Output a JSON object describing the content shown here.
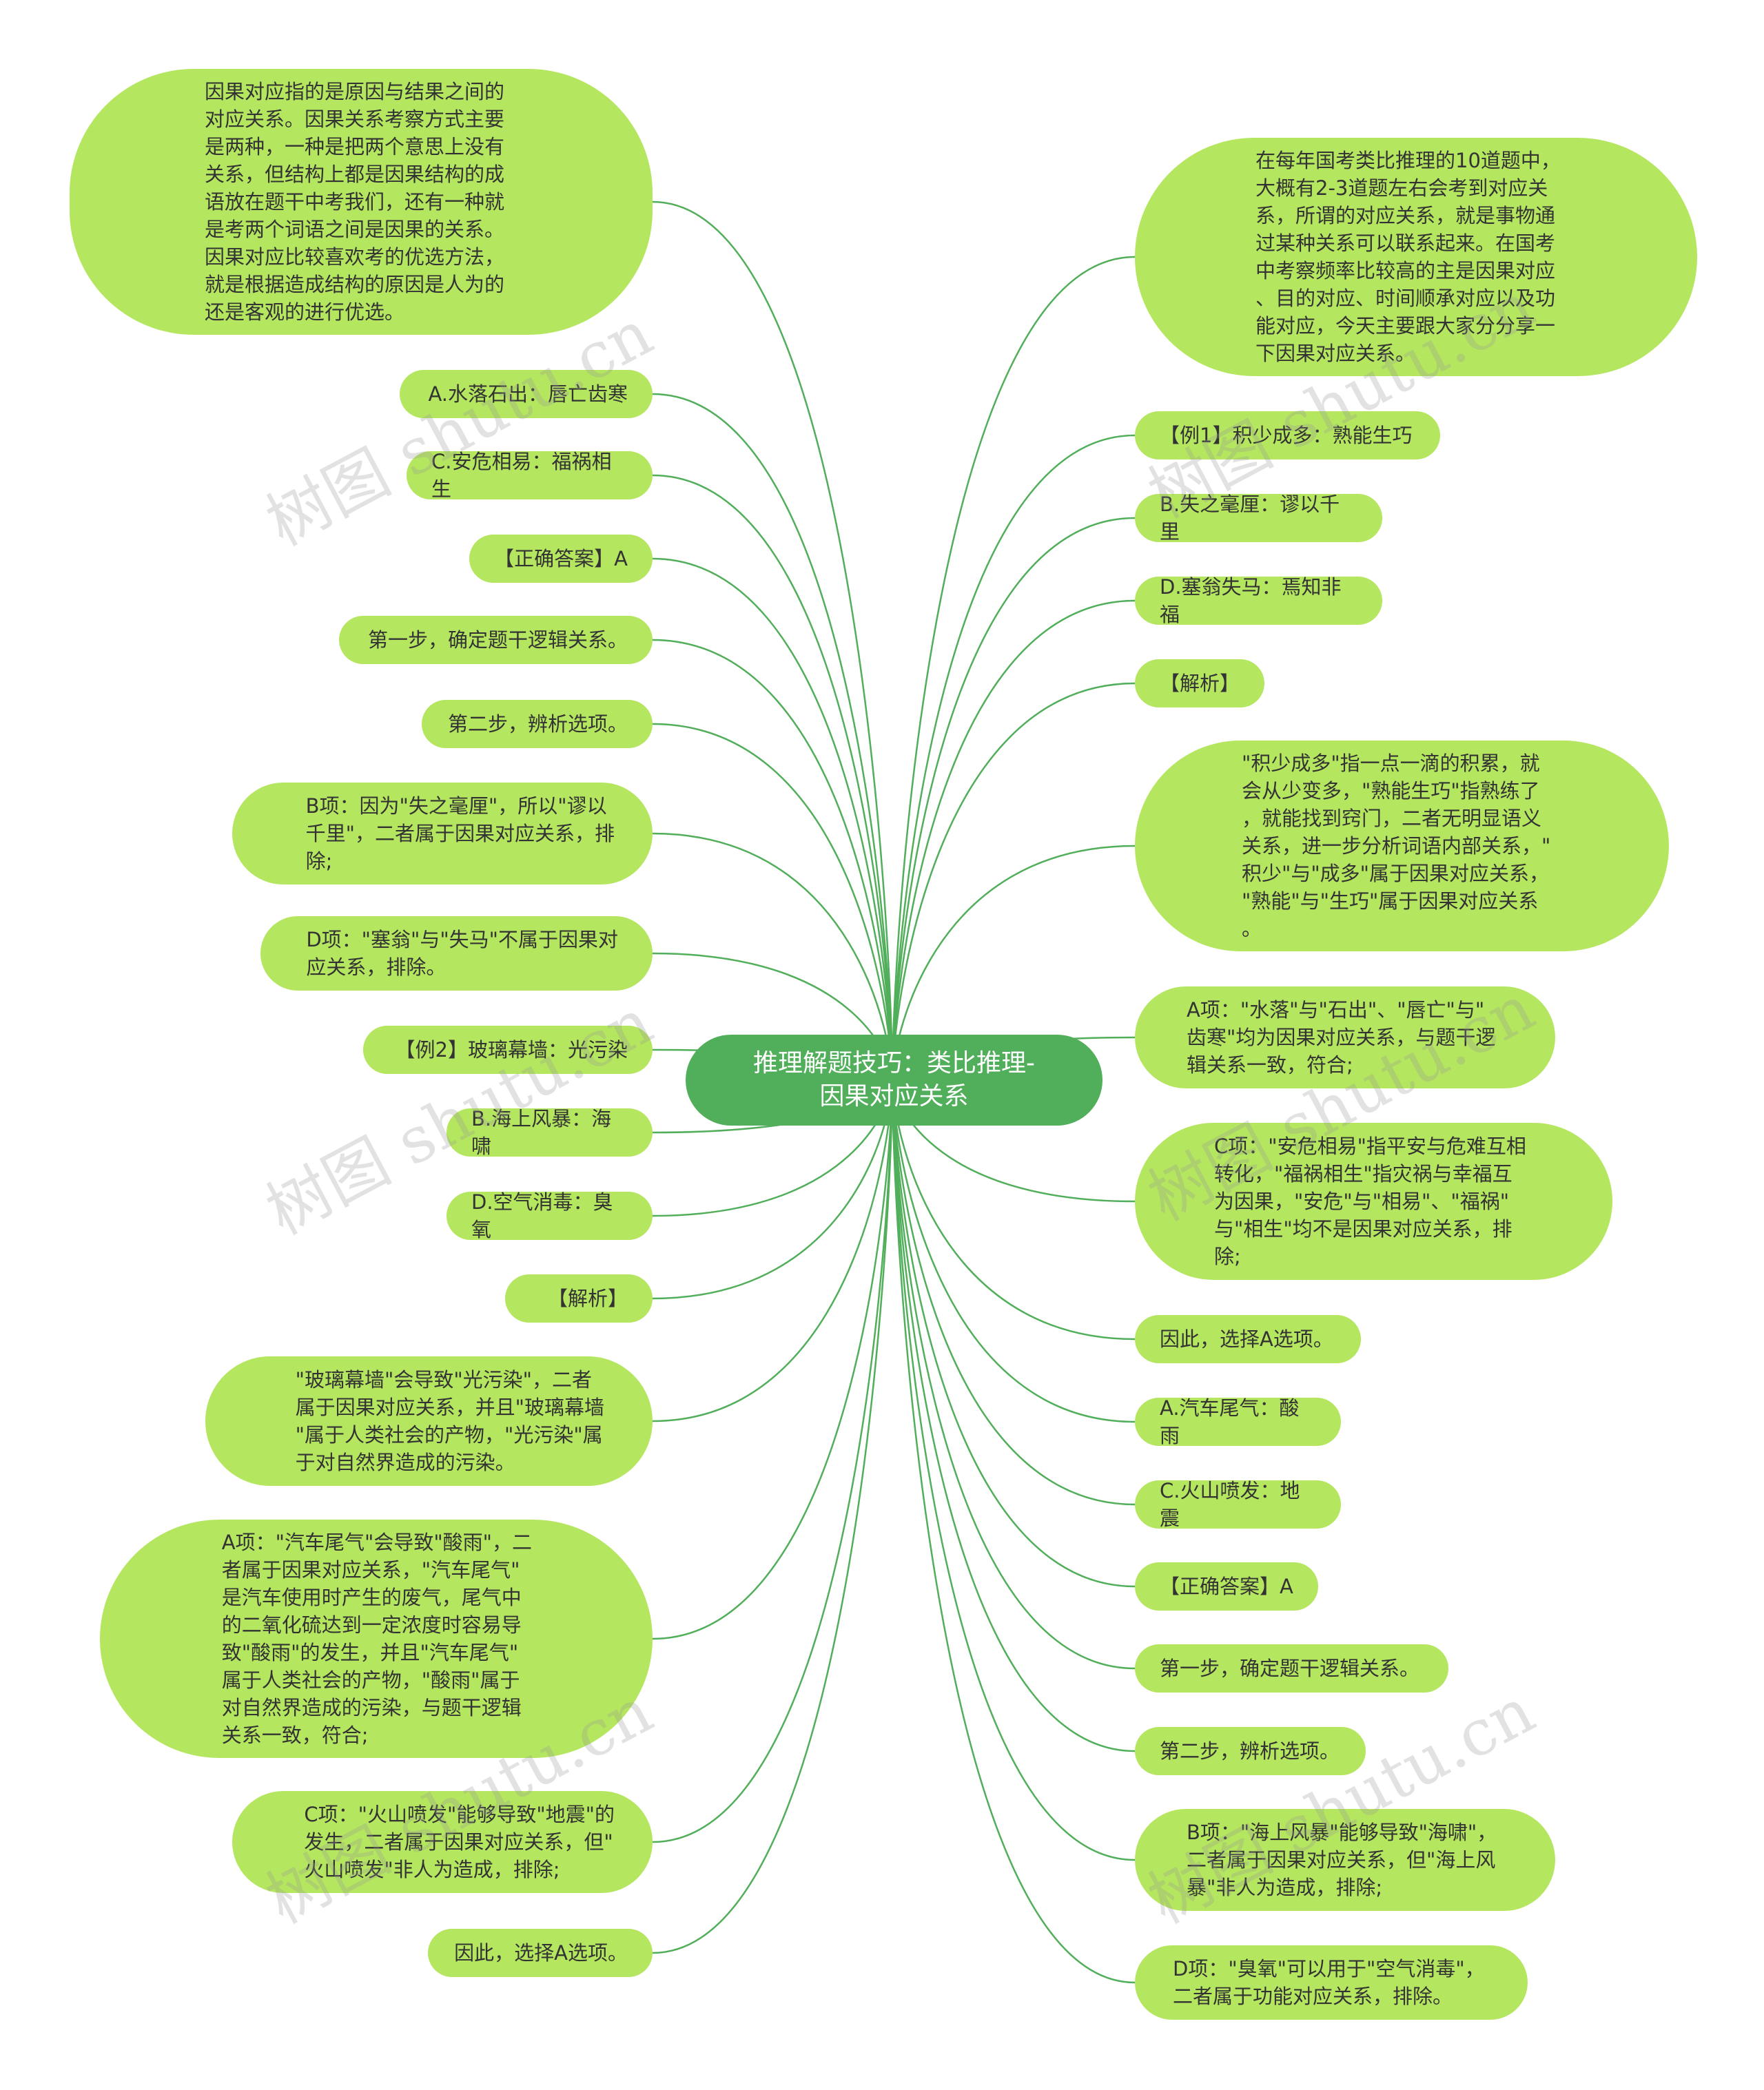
{
  "root": {
    "label": "推理解题技巧：类比推理-\n因果对应关系"
  },
  "left": [
    {
      "text": "因果对应指的是原因与结果之间的\n对应关系。因果关系考察方式主要\n是两种，一种是把两个意思上没有\n关系，但结构上都是因果结构的成\n语放在题干中考我们，还有一种就\n是考两个词语之间是因果的关系。\n因果对应比较喜欢考的优选方法，\n就是根据造成结构的原因是人为的\n还是客观的进行优选。"
    },
    {
      "text": "A.水落石出：唇亡齿寒"
    },
    {
      "text": "C.安危相易：福祸相生"
    },
    {
      "text": "【正确答案】A"
    },
    {
      "text": "第一步，确定题干逻辑关系。"
    },
    {
      "text": "第二步，辨析选项。"
    },
    {
      "text": "B项：因为\"失之毫厘\"，所以\"谬以\n千里\"，二者属于因果对应关系，排\n除;"
    },
    {
      "text": "D项：\"塞翁\"与\"失马\"不属于因果对\n应关系，排除。"
    },
    {
      "text": "【例2】玻璃幕墙：光污染"
    },
    {
      "text": "B.海上风暴：海啸"
    },
    {
      "text": "D.空气消毒：臭氧"
    },
    {
      "text": "【解析】"
    },
    {
      "text": "\"玻璃幕墙\"会导致\"光污染\"，二者\n属于因果对应关系，并且\"玻璃幕墙\n\"属于人类社会的产物，\"光污染\"属\n于对自然界造成的污染。"
    },
    {
      "text": "A项：\"汽车尾气\"会导致\"酸雨\"，二\n者属于因果对应关系，\"汽车尾气\"\n是汽车使用时产生的废气，尾气中\n的二氧化硫达到一定浓度时容易导\n致\"酸雨\"的发生，并且\"汽车尾气\"\n属于人类社会的产物，\"酸雨\"属于\n对自然界造成的污染，与题干逻辑\n关系一致，符合;"
    },
    {
      "text": "C项：\"火山喷发\"能够导致\"地震\"的\n发生，二者属于因果对应关系，但\"\n火山喷发\"非人为造成，排除;"
    },
    {
      "text": "因此，选择A选项。"
    }
  ],
  "right": [
    {
      "text": "在每年国考类比推理的10道题中，\n大概有2-3道题左右会考到对应关\n系，所谓的对应关系，就是事物通\n过某种关系可以联系起来。在国考\n中考察频率比较高的主是因果对应\n、目的对应、时间顺承对应以及功\n能对应，今天主要跟大家分分享一\n下因果对应关系。"
    },
    {
      "text": "【例1】积少成多：熟能生巧"
    },
    {
      "text": "B.失之毫厘：谬以千里"
    },
    {
      "text": "D.塞翁失马：焉知非福"
    },
    {
      "text": "【解析】"
    },
    {
      "text": "\"积少成多\"指一点一滴的积累，就\n会从少变多，\"熟能生巧\"指熟练了\n，就能找到窍门，二者无明显语义\n关系，进一步分析词语内部关系，\"\n积少\"与\"成多\"属于因果对应关系，\n\"熟能\"与\"生巧\"属于因果对应关系\n。"
    },
    {
      "text": "A项：\"水落\"与\"石出\"、\"唇亡\"与\"\n齿寒\"均为因果对应关系，与题干逻\n辑关系一致，符合;"
    },
    {
      "text": "C项：\"安危相易\"指平安与危难互相\n转化，\"福祸相生\"指灾祸与幸福互\n为因果，\"安危\"与\"相易\"、\"福祸\"\n与\"相生\"均不是因果对应关系，排\n除;"
    },
    {
      "text": "因此，选择A选项。"
    },
    {
      "text": "A.汽车尾气：酸雨"
    },
    {
      "text": "C.火山喷发：地震"
    },
    {
      "text": "【正确答案】A"
    },
    {
      "text": "第一步，确定题干逻辑关系。"
    },
    {
      "text": "第二步，辨析选项。"
    },
    {
      "text": "B项：\"海上风暴\"能够导致\"海啸\"，\n二者属于因果对应关系，但\"海上风\n暴\"非人为造成，排除;"
    },
    {
      "text": "D项：\"臭氧\"可以用于\"空气消毒\"，\n二者属于功能对应关系，排除。"
    }
  ],
  "watermark": "树图 shutu.cn",
  "colors": {
    "root": "#51ae5a",
    "node": "#b5e65f",
    "line": "#51ae5a",
    "text": "#333333"
  }
}
